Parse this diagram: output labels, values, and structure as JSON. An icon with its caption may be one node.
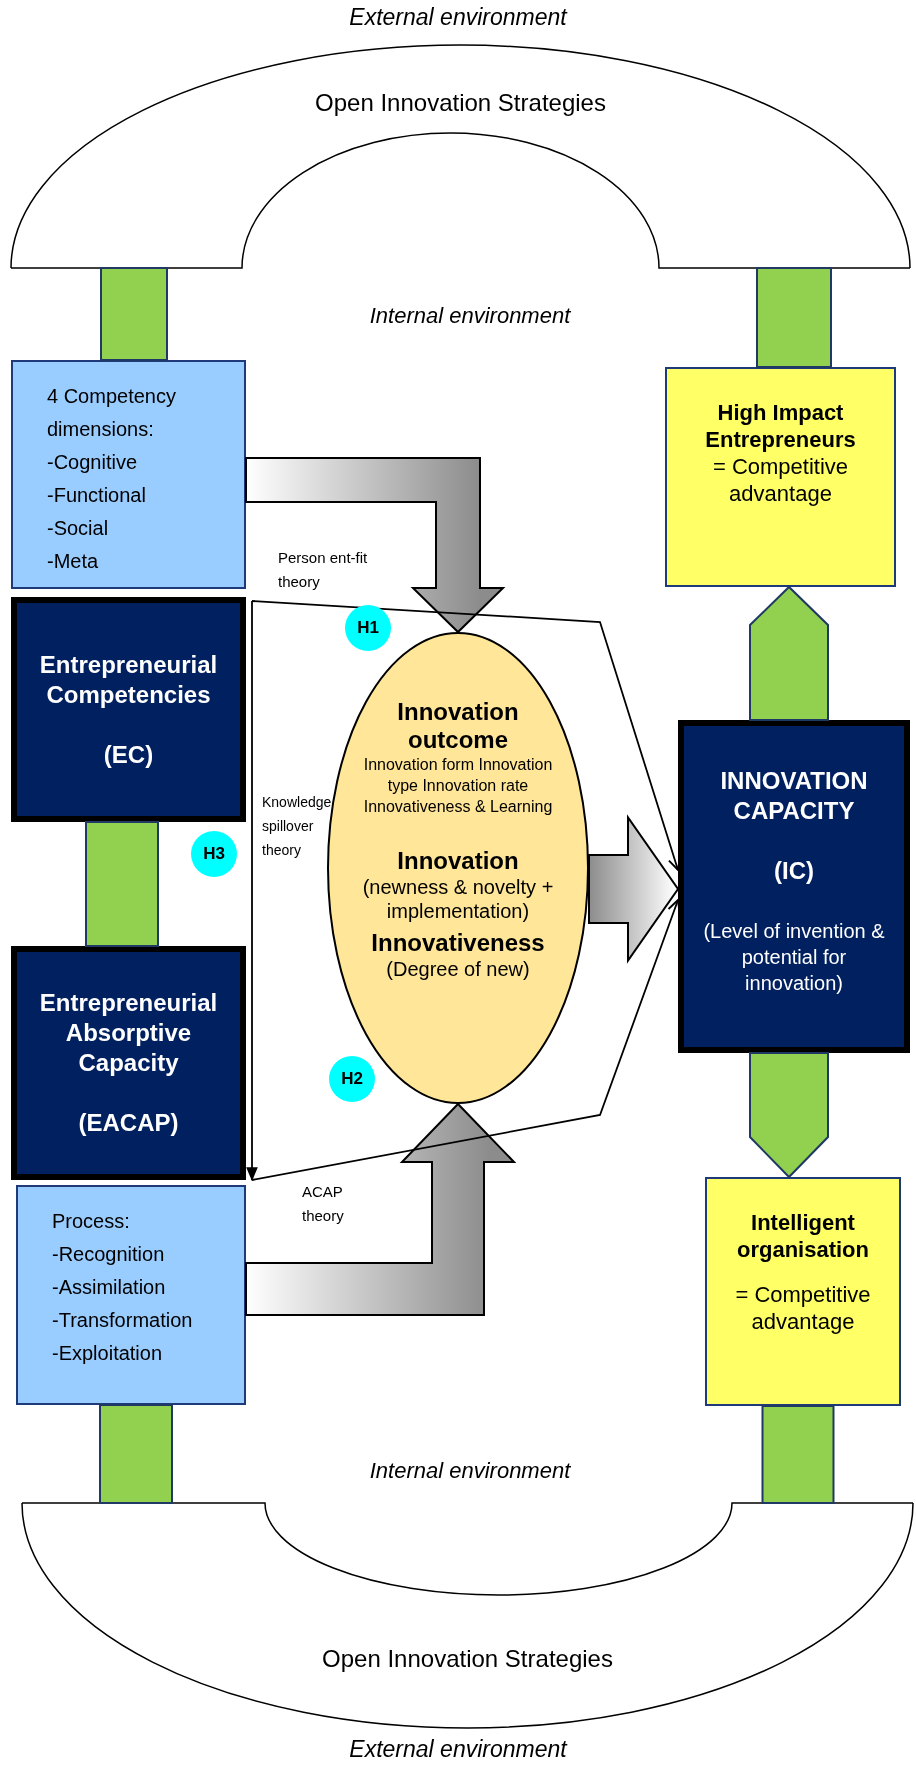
{
  "diagram": {
    "nodes": [
      {
        "text": [
          "Open Innovation Strategies"
        ]
      },
      {
        "text": [
          "4 Competency dimensions:",
          "-Cognitive",
          "-Functional",
          "-Social",
          "-Meta"
        ]
      },
      {
        "text": [
          "Entrepreneurial Competencies",
          "(EC)"
        ]
      },
      {
        "text": [
          "Entrepreneurial Absorptive Capacity",
          "(EACAP)"
        ]
      },
      {
        "text": [
          "Process:",
          "-Recognition",
          "-Assimilation",
          "-Transformation",
          "-Exploitation"
        ]
      },
      {
        "text": [
          "Innovation outcome",
          "Innovation form Innovation type Innovation rate Innovativeness & Learning",
          "Innovation",
          "(newness & novelty + implementation)",
          "Innovativeness",
          "(Degree of new)"
        ]
      },
      {
        "text": [
          "High Impact Entrepreneurs",
          "= Competitive advantage"
        ]
      },
      {
        "text": [
          "INNOVATION CAPACITY",
          "(IC)",
          "(Level of invention & potential for innovation)"
        ]
      },
      {
        "text": [
          "Intelligent organisation",
          "= Competitive advantage"
        ]
      },
      {
        "text": [
          "Open Innovation Strategies"
        ]
      }
    ],
    "edges": [
      {
        "from": 0,
        "to": 1,
        "arrow": "none",
        "style": "thick"
      },
      {
        "from": 0,
        "to": 6,
        "arrow": "none",
        "style": "thick"
      },
      {
        "from": 2,
        "to": 3,
        "arrow": "none",
        "style": "thick"
      },
      {
        "from": 4,
        "to": 9,
        "arrow": "none",
        "style": "thick"
      },
      {
        "from": 8,
        "to": 9,
        "arrow": "none",
        "style": "thick"
      },
      {
        "from": 7,
        "to": 6,
        "arrow": "to",
        "style": "thick"
      },
      {
        "from": 7,
        "to": 8,
        "arrow": "to",
        "style": "thick"
      },
      {
        "from": 1,
        "to": 5,
        "arrow": "to",
        "style": "thick",
        "color": "#8c8c8c"
      },
      {
        "from": 4,
        "to": 5,
        "arrow": "to",
        "style": "thick",
        "color": "#8c8c8c"
      },
      {
        "from": 5,
        "to": 7,
        "arrow": "to",
        "style": "thick",
        "color": "#8c8c8c"
      },
      {
        "from": 2,
        "to": 7,
        "arrow": "to",
        "label": "H1",
        "color": "#000000"
      },
      {
        "from": 3,
        "to": 7,
        "arrow": "to",
        "label": "H2",
        "color": "#000000"
      },
      {
        "from": 2,
        "to": 3,
        "arrow": "to",
        "label": "H3",
        "color": "#000000"
      }
    ],
    "labels": [
      "External environment",
      "Internal environment",
      "Person ent-fit theory",
      "Knowledge spillover theory",
      "ACAP theory",
      "Internal environment",
      "External environment"
    ]
  }
}
